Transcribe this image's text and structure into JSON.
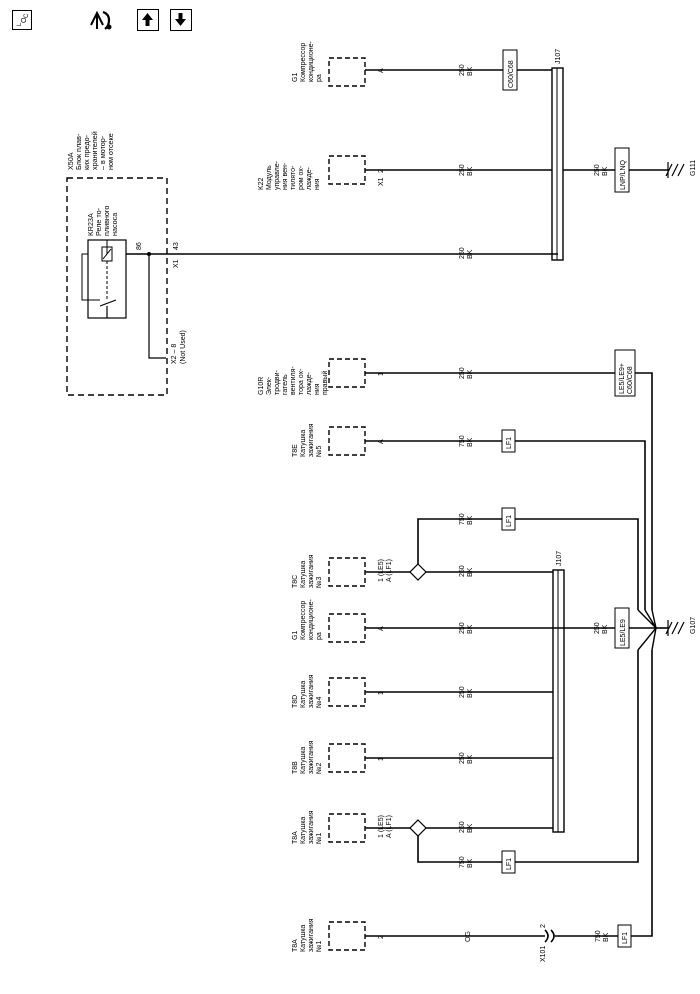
{
  "toolbar": {
    "loc_sub": "C",
    "loc_main": "O",
    "loc_pre": "L",
    "icons": [
      "location-icon",
      "fuse-relay-icon",
      "arrow-up-icon",
      "arrow-down-icon"
    ]
  },
  "relay_box": {
    "id": "X50A",
    "lines": [
      "Блок плав-",
      "ких предо-",
      "хранителей",
      "– в мотор-",
      "ном отсеке"
    ]
  },
  "relay": {
    "id": "KR23A",
    "lines": [
      "Реле то-",
      "пливного",
      "насоса"
    ],
    "pin_86": "86",
    "pin_43": "43",
    "x1": "X1",
    "x2_pin": "X2 – 8",
    "x2_note": "(Not Used)"
  },
  "components": [
    {
      "id": "G1",
      "lines": [
        "Компрессор",
        "кондиционе-",
        "ра"
      ],
      "pin": "A"
    },
    {
      "id": "K22",
      "lines": [
        "Модуль",
        "управле-",
        "ния вен-",
        "тилято-",
        "ром ох-",
        "лажде-",
        "ния"
      ],
      "pin": "2",
      "conn": "X1"
    },
    {
      "id": "G10R",
      "lines": [
        "Элек-",
        "тродви-",
        "гатель",
        "вентиля-",
        "тора ох-",
        "лажде-",
        "ния",
        "правый"
      ],
      "pin": "1"
    },
    {
      "id": "T8E",
      "lines": [
        "Катушка",
        "зажигания",
        "№5"
      ],
      "pin": "A"
    },
    {
      "id": "T8C",
      "lines": [
        "Катушка",
        "зажигания",
        "№3"
      ],
      "pin1": "1 (LE5)",
      "pin2": "A (LF1)"
    },
    {
      "id": "G1",
      "lines": [
        "Компрессор",
        "кондиционе-",
        "ра"
      ],
      "pin": "A"
    },
    {
      "id": "T8D",
      "lines": [
        "Катушка",
        "зажигания",
        "№4"
      ],
      "pin": "1"
    },
    {
      "id": "T8B",
      "lines": [
        "Катушка",
        "зажигания",
        "№2"
      ],
      "pin": "1"
    },
    {
      "id": "T8A",
      "lines": [
        "Катушка",
        "зажигания",
        "№1"
      ],
      "pin1": "1 (LE5)",
      "pin2": "A (LF1)"
    },
    {
      "id": "T8A",
      "lines": [
        "Катушка",
        "зажигания",
        "№1"
      ],
      "pin": "2"
    }
  ],
  "wires": {
    "w250": "250",
    "w750": "750",
    "bk": "BK",
    "og": "OG"
  },
  "splices": {
    "j107": "J107",
    "g111": "G111",
    "g107": "G107",
    "x101": "X101",
    "x101_pin": "2"
  },
  "options": {
    "c60c68": "C60/C68",
    "lnplnq": "LNP/LNQ",
    "lf1": "LF1",
    "le5le9c": "LE5/LE9+",
    "le5le9c_2": "C60/C68",
    "le5le9": "LE5/LE9"
  }
}
